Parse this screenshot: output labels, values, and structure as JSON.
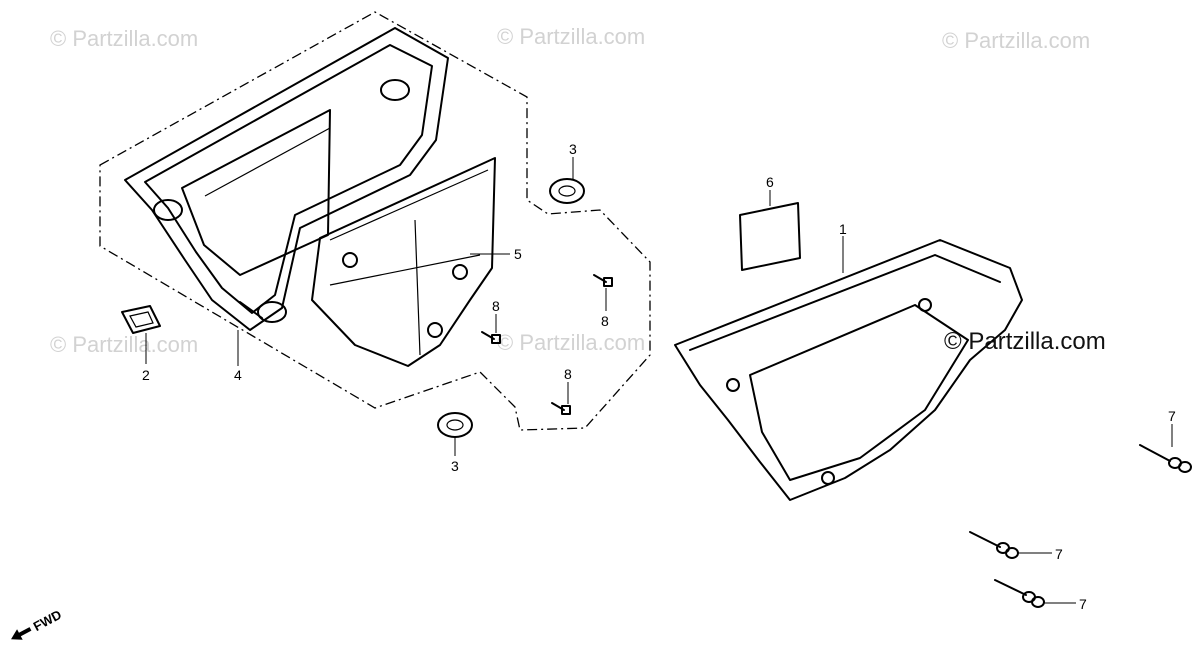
{
  "watermarks": {
    "top_left": "© Partzilla.com",
    "top_center": "© Partzilla.com",
    "top_right": "© Partzilla.com",
    "mid_left": "© Partzilla.com",
    "mid_center": "© Partzilla.com",
    "main": "© Partzilla.com"
  },
  "callouts": {
    "part_1": "1",
    "part_2": "2",
    "part_3_top": "3",
    "part_3_bottom": "3",
    "part_4": "4",
    "part_5": "5",
    "part_6": "6",
    "part_7_top": "7",
    "part_7_mid": "7",
    "part_7_bottom": "7",
    "part_8_left": "8",
    "part_8_right": "8",
    "part_8_bottom": "8"
  },
  "direction_label": "FWD"
}
